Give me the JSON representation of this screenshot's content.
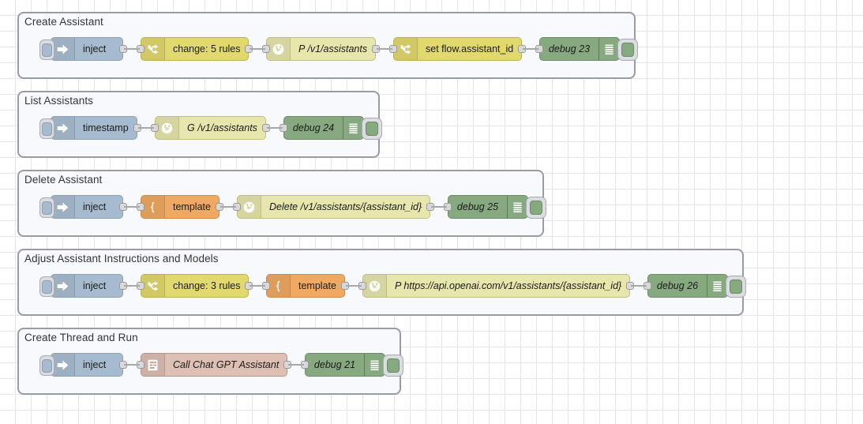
{
  "app": {
    "name": "node-red-flow-editor",
    "canvas_background": "#ffffff",
    "grid_color": "#e3e3f3"
  },
  "palette": {
    "inject": "#a6bbcf",
    "change": "#e2d96e",
    "http_request": "#e7e6ac",
    "template": "#f0a963",
    "debug": "#87a980",
    "chatgpt": "#debfb3",
    "group_border": "#9b9ba5",
    "group_fill": "#f8f9fc"
  },
  "groups": [
    {
      "label": "Create Assistant",
      "nodes": [
        {
          "type": "inject",
          "icon": "inject-arrow-icon",
          "label": "inject"
        },
        {
          "type": "change",
          "icon": "shuffle-icon",
          "label": "change: 5 rules"
        },
        {
          "type": "http_request",
          "icon": "globe-icon",
          "label": "P /v1/assistants"
        },
        {
          "type": "change",
          "icon": "shuffle-icon",
          "label": "set flow.assistant_id"
        },
        {
          "type": "debug",
          "icon": "debug-lines-icon",
          "label": "debug 23"
        }
      ]
    },
    {
      "label": "List Assistants",
      "nodes": [
        {
          "type": "inject",
          "icon": "inject-arrow-icon",
          "label": "timestamp"
        },
        {
          "type": "http_request",
          "icon": "globe-icon",
          "label": "G /v1/assistants"
        },
        {
          "type": "debug",
          "icon": "debug-lines-icon",
          "label": "debug 24"
        }
      ]
    },
    {
      "label": "Delete Assistant",
      "nodes": [
        {
          "type": "inject",
          "icon": "inject-arrow-icon",
          "label": "inject"
        },
        {
          "type": "template",
          "icon": "brace-icon",
          "label": "template"
        },
        {
          "type": "http_request",
          "icon": "globe-icon",
          "label": "Delete /v1/assistants/{assistant_id}"
        },
        {
          "type": "debug",
          "icon": "debug-lines-icon",
          "label": "debug 25"
        }
      ]
    },
    {
      "label": "Adjust Assistant Instructions and Models",
      "nodes": [
        {
          "type": "inject",
          "icon": "inject-arrow-icon",
          "label": "inject"
        },
        {
          "type": "change",
          "icon": "shuffle-icon",
          "label": "change: 3 rules"
        },
        {
          "type": "template",
          "icon": "brace-icon",
          "label": "template"
        },
        {
          "type": "http_request",
          "icon": "globe-icon",
          "label": "P https://api.openai.com/v1/assistants/{assistant_id}"
        },
        {
          "type": "debug",
          "icon": "debug-lines-icon",
          "label": "debug 26"
        }
      ]
    },
    {
      "label": "Create Thread and Run",
      "nodes": [
        {
          "type": "inject",
          "icon": "inject-arrow-icon",
          "label": "inject"
        },
        {
          "type": "chatgpt",
          "icon": "assistant-doc-icon",
          "label": "Call Chat GPT Assistant"
        },
        {
          "type": "debug",
          "icon": "debug-lines-icon",
          "label": "debug 21"
        }
      ]
    }
  ]
}
